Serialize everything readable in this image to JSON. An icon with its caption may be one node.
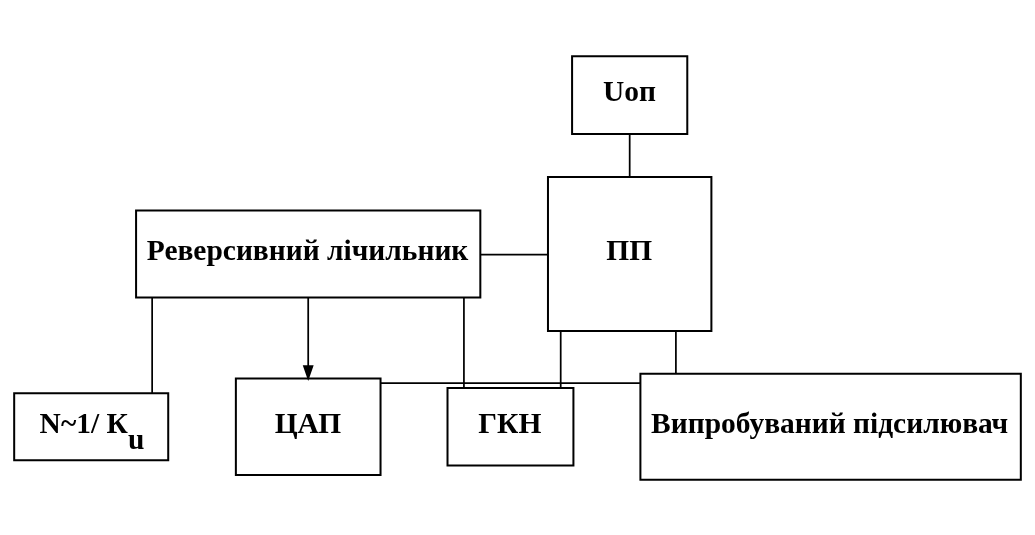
{
  "diagram": {
    "nodes": [
      {
        "text": [
          "Реверсивний лічильник"
        ]
      },
      {
        "text": [
          "ПП"
        ]
      },
      {
        "text": [
          "ГКН"
        ]
      },
      {
        "text": [
          "Uоп"
        ]
      },
      {
        "text": [
          "N~1/ К$_{u}$"
        ]
      },
      {
        "text": [
          "ЦАП"
        ]
      },
      {
        "text": [
          "Випробуваний підсилювач"
        ]
      }
    ],
    "edges": [
      {
        "from": 0,
        "to": 1,
        "arrow": "none"
      },
      {
        "from": 0,
        "to": 2,
        "arrow": "none"
      },
      {
        "from": 2,
        "to": 1,
        "arrow": "none"
      },
      {
        "from": 3,
        "to": 1,
        "arrow": "none"
      },
      {
        "from": 1,
        "to": 6,
        "arrow": "none"
      },
      {
        "from": 0,
        "to": 4,
        "arrow": "none"
      },
      {
        "from": 0,
        "to": 5,
        "arrow": "to"
      },
      {
        "from": 5,
        "to": 6,
        "arrow": "none"
      }
    ]
  }
}
